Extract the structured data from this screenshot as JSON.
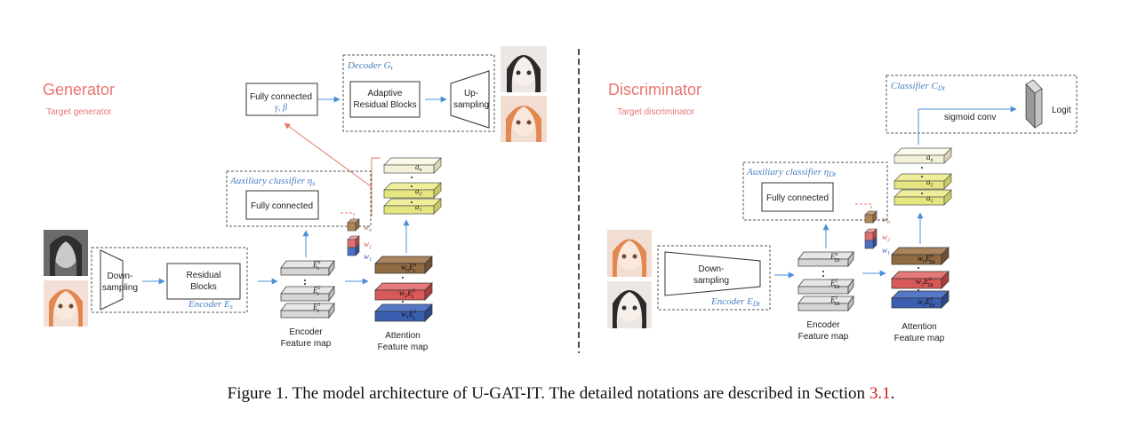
{
  "generator": {
    "title": "Generator",
    "subtitle": "Target generator",
    "decoder_label": "Decoder G",
    "decoder_sub": "t",
    "fc_label": "Fully connected",
    "fc_params": "γ, β",
    "adaptive_line1": "Adaptive",
    "adaptive_line2": "Residual Blocks",
    "up_line1": "Up-",
    "up_line2": "sampling",
    "aux_label": "Auxiliary classifier η",
    "aux_sub": "s",
    "aux_fc": "Fully connected",
    "down_line1": "Down-",
    "down_line2": "sampling",
    "res_line1": "Residual",
    "res_line2": "Blocks",
    "encoder_label": "Encoder E",
    "encoder_sub": "s",
    "enc_map_line1": "Encoder",
    "enc_map_line2": "Feature map",
    "att_map_line1": "Attention",
    "att_map_line2": "Feature map"
  },
  "discriminator": {
    "title": "Discriminator",
    "subtitle": "Target discriminator",
    "classifier_label": "Classifier C",
    "classifier_sub": "Dt",
    "sigmoid": "sigmoid conv",
    "logit": "Logit",
    "aux_label": "Auxiliary classifier η",
    "aux_sub": "Dt",
    "aux_fc": "Fully connected",
    "down_line1": "Down-",
    "down_line2": "sampling",
    "encoder_label": "Encoder E",
    "encoder_sub": "Dt",
    "enc_map_line1": "Encoder",
    "enc_map_line2": "Feature map",
    "att_map_line1": "Attention",
    "att_map_line2": "Feature map"
  },
  "weights": {
    "n": "n",
    "two": "2",
    "one": "1"
  },
  "caption": {
    "prefix": "Figure 1. The model architecture of U-GAT-IT. The detailed notations are described in Section ",
    "ref": "3.1",
    "suffix": "."
  },
  "colors": {
    "title_red": "#e8776f",
    "label_blue": "#4a7fc1",
    "arrow_blue": "#4a90d9",
    "arrow_red": "#e8776f",
    "brown": "#8f6a43",
    "red_layer": "#d95959",
    "blue_layer": "#3a5fb0",
    "yellow_layer": "#e6e680",
    "cream_layer": "#f3f1d8",
    "gray_layer": "#e6e6e6"
  }
}
